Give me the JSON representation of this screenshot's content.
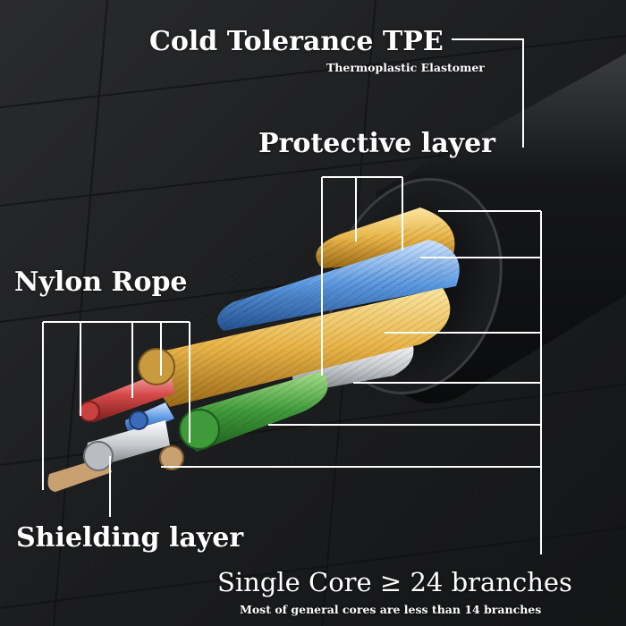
{
  "labels": {
    "tpe_title": "Cold Tolerance TPE",
    "tpe_subtitle": "Thermoplastic Elastomer",
    "protective": "Protective layer",
    "nylon": "Nylon Rope",
    "shielding": "Shielding layer",
    "core_title": "Single Core ≥ 24 branches",
    "core_subtitle": "Most of general cores are less than 14 branches"
  },
  "colors": {
    "background": "#1e1f21",
    "jacket": "#121315",
    "callout_line": "#ffffff",
    "gold_strands": "#e8b448",
    "blue_strands": "#5a98e0",
    "green_strands": "#3f9a3a",
    "red_strands": "#d44848",
    "silver_strands": "#c9ccd0",
    "copper_strands": "#c9a070"
  }
}
